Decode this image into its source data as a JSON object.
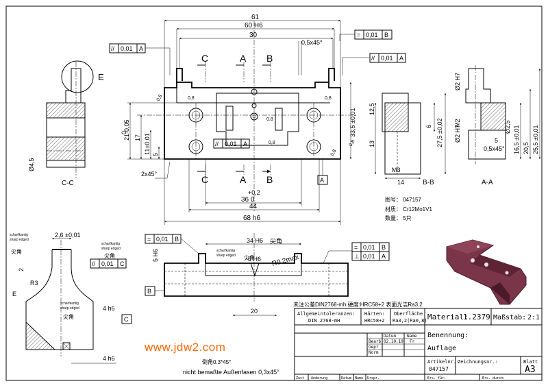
{
  "views": {
    "front": {
      "dims": {
        "w61": "61",
        "w60": "60 H6",
        "w30": "30",
        "chamfer": "0,5x45°",
        "p02": "+0,2",
        "p36": "36  0",
        "w44": "44",
        "w68": "68 h6",
        "ch2": "2x45°",
        "v0": "0",
        "v21": "21-0,05",
        "v17": "17",
        "v11": "11±0,01",
        "v5": "5",
        "v33": "33,5 ±0,01"
      },
      "sections": [
        "C",
        "A",
        "B"
      ],
      "tol1": {
        "sym": "//",
        "val": "0,01",
        "ref": "A"
      },
      "tol2": {
        "sym": "=",
        "val": "0,01",
        "ref": "B"
      },
      "tol3": {
        "sym": "//",
        "val": "0,01",
        "ref": "A"
      },
      "tol4": {
        "sym": "//",
        "val": "0,01",
        "ref": "A"
      },
      "datum": "A",
      "rough": "0,8"
    },
    "cc": {
      "label": "C-C",
      "detail": "E",
      "dim": "Ø4,5"
    },
    "bb": {
      "label": "B-B",
      "dims": [
        "12,5",
        "13",
        "M3",
        "14",
        "6",
        "27,5 ±0,02"
      ]
    },
    "aa": {
      "label": "A-A",
      "dims": [
        "Ø2 H7",
        "M2",
        "Ø2 H7",
        "Ø2,5",
        "5",
        "0,5x45°",
        "16,5 ±0,01",
        "20,5",
        "25,5 ±0,01"
      ]
    },
    "bottom": {
      "dims": [
        "34 H6",
        "5 H6",
        "6 H6",
        "R0,2max",
        "20"
      ],
      "tol_eq": {
        "sym": "=",
        "val": "0,01",
        "ref": "B"
      },
      "tol_eq2": {
        "sym": "=",
        "val": "0,01",
        "ref": "B"
      },
      "tol_perp": {
        "sym": "⊥",
        "val": "0,01",
        "ref": "A"
      },
      "label_sharp": "尖角",
      "datum": "B"
    },
    "detail_e": {
      "label": "E",
      "dims": [
        "2,6 ±0,01",
        "2",
        "R3",
        "4 h6",
        "4 h6"
      ],
      "tol": {
        "sym": "//",
        "val": "0,01",
        "ref": "C"
      },
      "datum": "C"
    }
  },
  "notes": {
    "scharf1": "scharfkantig",
    "scharf2": "sharp edged",
    "sharp_cn": "尖角",
    "drawing_no": "图号：  047157",
    "material_cn": "材质：  Cr12Mo1V1",
    "qty": "数量：  5只",
    "tolerance_line": "未注公差DIN2768-mh    硬度:HRC58+2    表面光洁Ra3.2",
    "chamfer_cn": "倒角0.3*45°",
    "chamfer_de": "nicht bemaßte Außenfasen 0,3x45°",
    "watermark": "www.jdw2.com"
  },
  "title_block": {
    "allg": "Allgemeintoleranzen:",
    "allg_val": "DIN  2768-mH",
    "haerten": "Härten:",
    "haerten_val": "HRC58+2",
    "oberflaeche": "Oberfläche",
    "oberflaeche_val": "Ra3,2(Ra0,8)",
    "material_label": "Material:",
    "material_val": "1.2379",
    "massstab_label": "Maßstab:",
    "massstab_val": "2:1",
    "datum": "Datum",
    "name": "Name",
    "bearb": "Bearb",
    "bearb_date": "02.10.19",
    "bearb_name": "Fr",
    "gepr": "Gepr",
    "norm": "Norm",
    "benennung": "Benennung:",
    "benennung_val": "Auflage",
    "artikel": "Artikelnr.:",
    "artikel_val": "047157",
    "zeichnung": "Zeichnungsnr.:",
    "blatt": "Blatt",
    "format": "A3",
    "zust": "Zust",
    "aenderung": "Änderung",
    "datum2": "Datum",
    "name2": "Name",
    "urspr": "Urspr.",
    "ers_fuer": "Ers. für:",
    "ers_durch": "Ers. durch:"
  },
  "colors": {
    "model": "#7a3548",
    "model_dark": "#4a1a2a",
    "watermark": "#ff6600"
  }
}
